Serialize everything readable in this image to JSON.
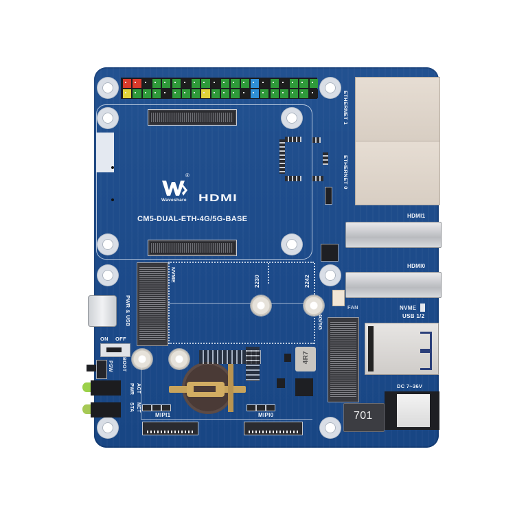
{
  "board": {
    "brand": "Waveshare",
    "logo_mark": "W",
    "registered": "®",
    "hdmi_logo": "HDMI",
    "model": "CM5-DUAL-ETH-4G/5G-BASE",
    "colors": {
      "pcb": "#1a4a8c",
      "silkscreen": "#f2f5fa",
      "background": "#ffffff"
    }
  },
  "labels": {
    "ethernet1": "ETHERNET 1",
    "ethernet0": "ETHERNET 0",
    "hdmi1": "HDMI1",
    "hdmi0": "HDMI0",
    "fan": "FAN",
    "nvme_usb_switch_top": "NVME",
    "nvme_usb_switch_bottom": "USB 1/2",
    "dc_in": "DC 7~36V",
    "inductor_big": "701",
    "inductor_small": "4R7",
    "nvme_slot": "NVME",
    "pwr_usb": "PWR & USB",
    "switch_on": "ON",
    "switch_off": "OFF",
    "boot": "BOOT",
    "psw": "PSW",
    "led_act": "ACT",
    "led_pwr": "PWR",
    "led_net": "NET",
    "led_sta": "STA",
    "mipi1": "MIPI1",
    "mipi0": "MIPI0",
    "m2_2230": "2230",
    "m2_2242": "2242",
    "slot_4g5g": "4G/5G"
  },
  "gpio_header": {
    "columns": 20,
    "top_row": [
      "#d93a2b",
      "#d93a2b",
      "#1e1e1e",
      "#2f9a3a",
      "#2f9a3a",
      "#2f9a3a",
      "#1e1e1e",
      "#2f9a3a",
      "#2f9a3a",
      "#1e1e1e",
      "#2f9a3a",
      "#2f9a3a",
      "#2f9a3a",
      "#2f8fd6",
      "#1e1e1e",
      "#2f9a3a",
      "#1e1e1e",
      "#2f9a3a",
      "#2f9a3a",
      "#2f9a3a"
    ],
    "bottom_row": [
      "#e0d23a",
      "#2f9a3a",
      "#2f9a3a",
      "#2f9a3a",
      "#1e1e1e",
      "#2f9a3a",
      "#2f9a3a",
      "#2f9a3a",
      "#e0d23a",
      "#2f9a3a",
      "#2f9a3a",
      "#2f9a3a",
      "#1e1e1e",
      "#2f8fd6",
      "#2f9a3a",
      "#2f9a3a",
      "#2f9a3a",
      "#2f9a3a",
      "#2f9a3a",
      "#1e1e1e"
    ]
  }
}
